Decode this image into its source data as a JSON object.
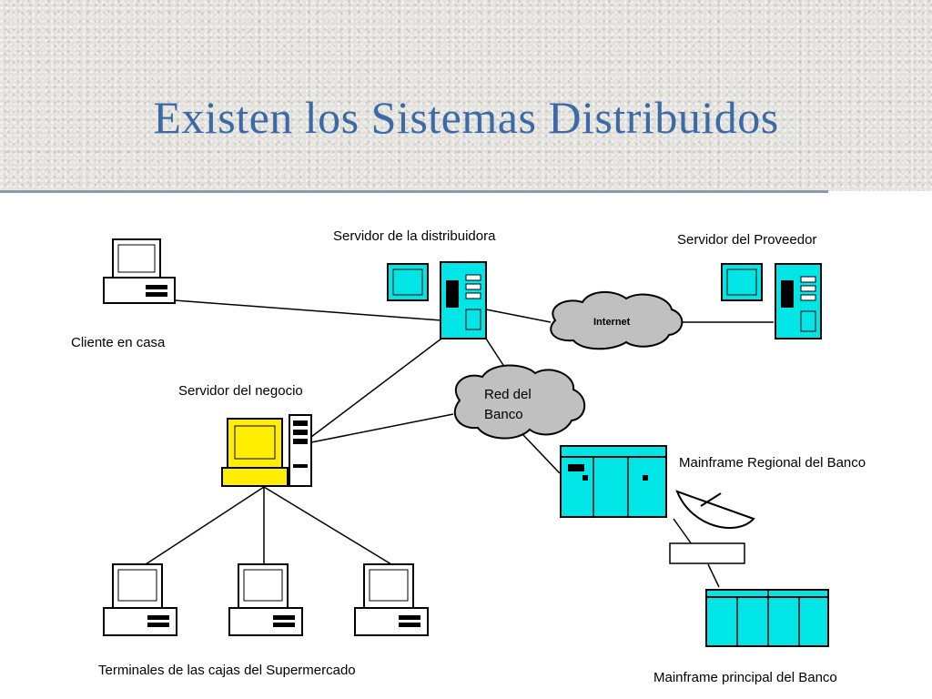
{
  "title": "Existen los Sistemas Distribuidos",
  "labels": {
    "cliente": "Cliente en casa",
    "distribuidora": "Servidor de la distribuidora",
    "proveedor": "Servidor del Proveedor",
    "negocio": "Servidor del negocio",
    "internet": "Internet",
    "red_banco_1": "Red del",
    "red_banco_2": "Banco",
    "mainframe_regional": "Mainframe Regional del Banco",
    "mainframe_principal": "Mainframe principal del Banco",
    "terminales": "Terminales de las cajas del Supermercado"
  },
  "colors": {
    "title": "#3b6aa6",
    "cyan": "#00e5e5",
    "yellow": "#ffee00",
    "cloud": "#c0c0c0"
  },
  "icons": [
    "computer-icon",
    "tower-server-icon",
    "cloud-icon",
    "mainframe-icon",
    "satellite-dish-icon"
  ]
}
